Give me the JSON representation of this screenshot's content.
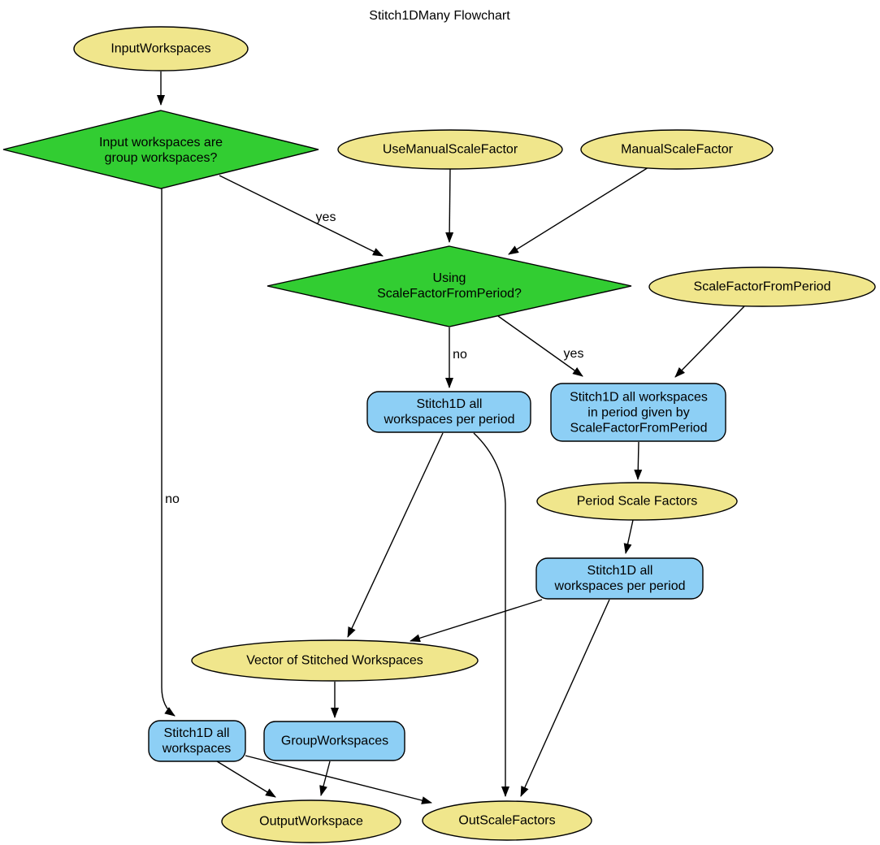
{
  "title": "Stitch1DMany Flowchart",
  "colors": {
    "parameter": "#F0E68C",
    "decision": "#32CD32",
    "process": "#8DCFF5",
    "line": "#000000"
  },
  "nodes": {
    "inputWorkspaces": {
      "type": "parameter",
      "lines": [
        "InputWorkspaces"
      ]
    },
    "isGroupDecision": {
      "type": "decision",
      "lines": [
        "Input workspaces are",
        "group workspaces?"
      ]
    },
    "useManualScaleFactor": {
      "type": "parameter",
      "lines": [
        "UseManualScaleFactor"
      ]
    },
    "manualScaleFactor": {
      "type": "parameter",
      "lines": [
        "ManualScaleFactor"
      ]
    },
    "usingPeriodDecision": {
      "type": "decision",
      "lines": [
        "Using",
        "ScaleFactorFromPeriod?"
      ]
    },
    "scaleFactorFromPeriod": {
      "type": "parameter",
      "lines": [
        "ScaleFactorFromPeriod"
      ]
    },
    "stitchPerPeriod": {
      "type": "process",
      "lines": [
        "Stitch1D all",
        "workspaces per period"
      ]
    },
    "stitchInPeriodGiven": {
      "type": "process",
      "lines": [
        "Stitch1D all workspaces",
        "in period given by",
        "ScaleFactorFromPeriod"
      ]
    },
    "periodScaleFactors": {
      "type": "parameter",
      "lines": [
        "Period Scale Factors"
      ]
    },
    "stitchPerPeriod2": {
      "type": "process",
      "lines": [
        "Stitch1D all",
        "workspaces per period"
      ]
    },
    "vectorStitched": {
      "type": "parameter",
      "lines": [
        "Vector of Stitched Workspaces"
      ]
    },
    "stitchAll": {
      "type": "process",
      "lines": [
        "Stitch1D all",
        "workspaces"
      ]
    },
    "groupWorkspaces": {
      "type": "process",
      "lines": [
        "GroupWorkspaces"
      ]
    },
    "outputWorkspace": {
      "type": "parameter",
      "lines": [
        "OutputWorkspace"
      ]
    },
    "outScaleFactors": {
      "type": "parameter",
      "lines": [
        "OutScaleFactors"
      ]
    }
  },
  "edge_labels": {
    "group_yes": "yes",
    "group_no": "no",
    "period_no": "no",
    "period_yes": "yes"
  },
  "edges": [
    {
      "from": "inputWorkspaces",
      "to": "isGroupDecision",
      "label": ""
    },
    {
      "from": "isGroupDecision",
      "to": "usingPeriodDecision",
      "label": "yes"
    },
    {
      "from": "isGroupDecision",
      "to": "stitchAll",
      "label": "no"
    },
    {
      "from": "useManualScaleFactor",
      "to": "usingPeriodDecision",
      "label": ""
    },
    {
      "from": "manualScaleFactor",
      "to": "usingPeriodDecision",
      "label": ""
    },
    {
      "from": "usingPeriodDecision",
      "to": "stitchPerPeriod",
      "label": "no"
    },
    {
      "from": "usingPeriodDecision",
      "to": "stitchInPeriodGiven",
      "label": "yes"
    },
    {
      "from": "scaleFactorFromPeriod",
      "to": "stitchInPeriodGiven",
      "label": ""
    },
    {
      "from": "stitchInPeriodGiven",
      "to": "periodScaleFactors",
      "label": ""
    },
    {
      "from": "periodScaleFactors",
      "to": "stitchPerPeriod2",
      "label": ""
    },
    {
      "from": "stitchPerPeriod2",
      "to": "vectorStitched",
      "label": ""
    },
    {
      "from": "stitchPerPeriod",
      "to": "vectorStitched",
      "label": ""
    },
    {
      "from": "stitchPerPeriod",
      "to": "outScaleFactors",
      "label": ""
    },
    {
      "from": "stitchPerPeriod2",
      "to": "outScaleFactors",
      "label": ""
    },
    {
      "from": "vectorStitched",
      "to": "groupWorkspaces",
      "label": ""
    },
    {
      "from": "stitchAll",
      "to": "outputWorkspace",
      "label": ""
    },
    {
      "from": "stitchAll",
      "to": "outScaleFactors",
      "label": ""
    },
    {
      "from": "groupWorkspaces",
      "to": "outputWorkspace",
      "label": ""
    }
  ]
}
